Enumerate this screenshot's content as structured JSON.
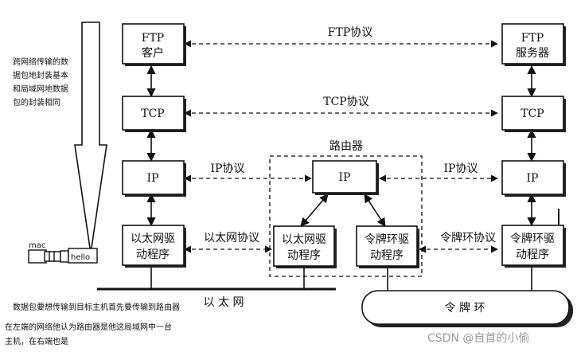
{
  "annotations": {
    "encapsulation_note": [
      "跨网络传输的数",
      "据包地封装基本",
      "和局域网地数据",
      "包的封装相同"
    ],
    "mac_label": "mac",
    "hello_label": "hello",
    "transfer_note": "数据包要想传输到目标主机首先要传输到路由器",
    "router_note_line1": "在左端的网络他认为路由器是他这局域网中一台",
    "router_note_line2": "主机，在右端也是"
  },
  "left_host": {
    "ftp_lines": [
      "FTP",
      "客户"
    ],
    "tcp": "TCP",
    "ip": "IP",
    "driver_lines": [
      "以太网驱",
      "动程序"
    ]
  },
  "right_host": {
    "ftp_lines": [
      "FTP",
      "服务器"
    ],
    "tcp": "TCP",
    "ip": "IP",
    "driver_lines": [
      "令牌环驱",
      "动程序"
    ]
  },
  "router": {
    "title": "路由器",
    "ip": "IP",
    "eth_driver_lines": [
      "以太网驱",
      "动程序"
    ],
    "token_driver_lines": [
      "令牌环驱",
      "动程序"
    ]
  },
  "protocols": {
    "ftp": "FTP协议",
    "tcp": "TCP协议",
    "ip_left": "IP协议",
    "ip_right": "IP协议",
    "ethernet": "以太网协议",
    "token_ring": "令牌环协议"
  },
  "networks": {
    "ethernet": "以 太 网",
    "token_ring": "令  牌  环"
  },
  "watermark": "CSDN @自首的小偷"
}
